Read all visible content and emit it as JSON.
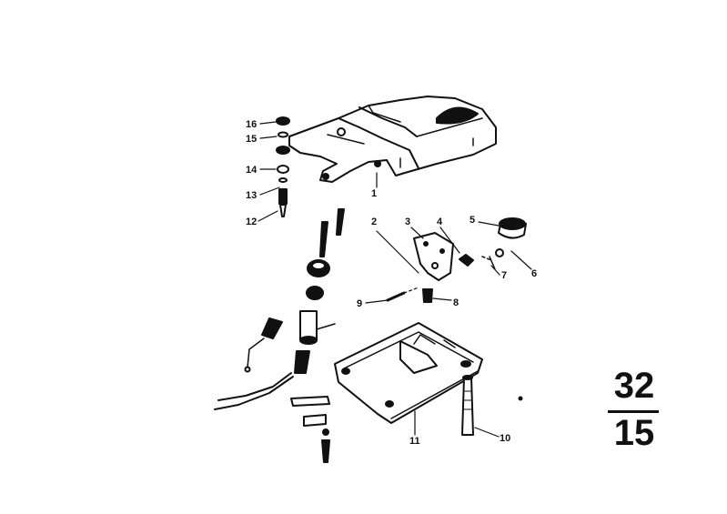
{
  "callouts": [
    {
      "id": "1",
      "label": "1"
    },
    {
      "id": "2",
      "label": "2"
    },
    {
      "id": "3",
      "label": "3"
    },
    {
      "id": "4",
      "label": "4"
    },
    {
      "id": "5",
      "label": "5"
    },
    {
      "id": "6",
      "label": "6"
    },
    {
      "id": "7",
      "label": "7"
    },
    {
      "id": "8",
      "label": "8"
    },
    {
      "id": "9",
      "label": "9"
    },
    {
      "id": "10",
      "label": "10"
    },
    {
      "id": "11",
      "label": "11"
    },
    {
      "id": "12",
      "label": "12"
    },
    {
      "id": "13",
      "label": "13"
    },
    {
      "id": "14",
      "label": "14"
    },
    {
      "id": "15",
      "label": "15"
    },
    {
      "id": "16",
      "label": "16"
    }
  ],
  "page_ref": {
    "group": "32",
    "sub": "15"
  },
  "colors": {
    "ink": "#111111",
    "paper": "#ffffff"
  }
}
